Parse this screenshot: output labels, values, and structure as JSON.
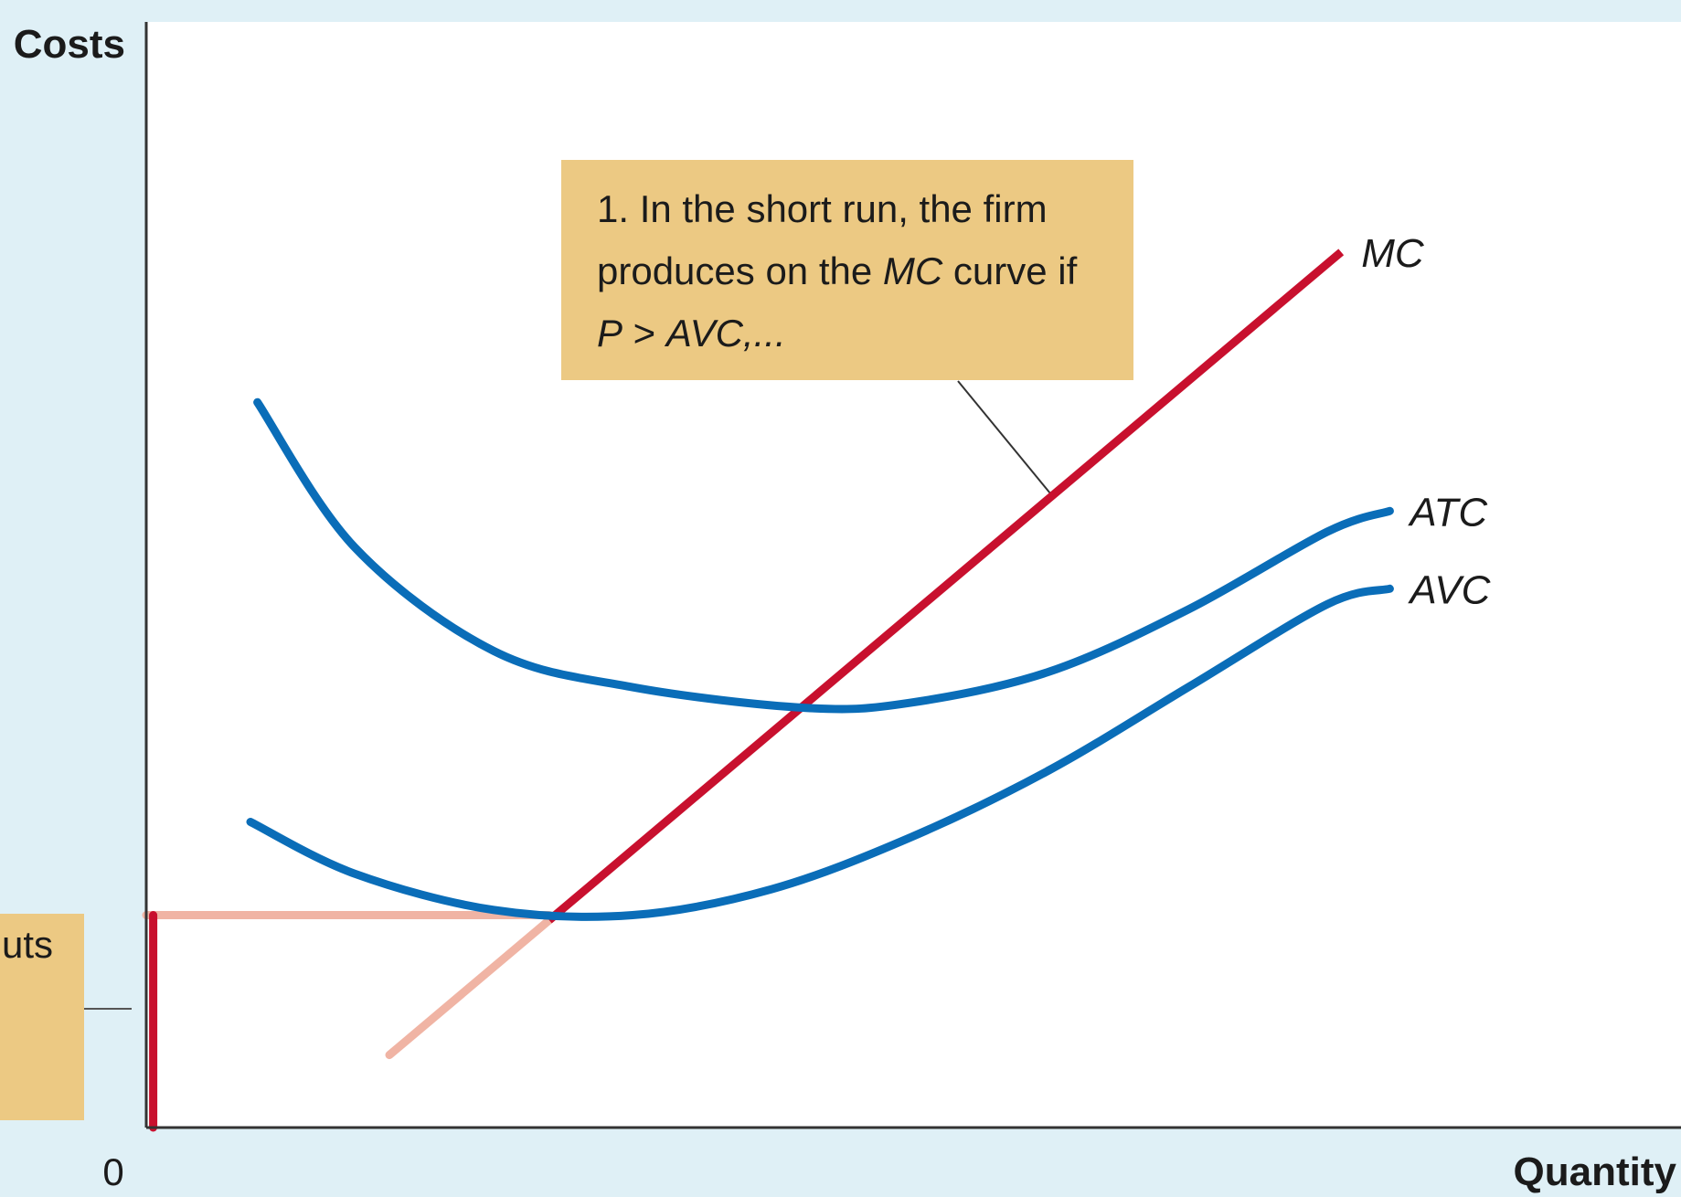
{
  "chart_data": {
    "type": "line",
    "title": "",
    "xlabel": "Quantity",
    "ylabel": "Costs",
    "xlim": [
      0,
      10
    ],
    "ylim": [
      0,
      10
    ],
    "x_ticks": [
      "0"
    ],
    "grid": false,
    "series": [
      {
        "name": "MC",
        "color": "#c8102e",
        "faded_color": "#f0b4a4",
        "faded_below_x": 2.9,
        "points": [
          [
            1.75,
            0.7
          ],
          [
            8.6,
            8.45
          ]
        ]
      },
      {
        "name": "ATC",
        "color": "#0a6db8",
        "points": [
          [
            0.8,
            7.0
          ],
          [
            1.5,
            5.6
          ],
          [
            2.5,
            4.6
          ],
          [
            3.5,
            4.25
          ],
          [
            4.75,
            4.05
          ],
          [
            5.5,
            4.1
          ],
          [
            6.5,
            4.4
          ],
          [
            7.5,
            5.0
          ],
          [
            8.5,
            5.75
          ],
          [
            8.95,
            5.95
          ]
        ]
      },
      {
        "name": "AVC",
        "color": "#0a6db8",
        "points": [
          [
            0.75,
            2.95
          ],
          [
            1.5,
            2.45
          ],
          [
            2.5,
            2.1
          ],
          [
            3.5,
            2.05
          ],
          [
            4.5,
            2.3
          ],
          [
            5.5,
            2.8
          ],
          [
            6.5,
            3.45
          ],
          [
            7.5,
            4.25
          ],
          [
            8.5,
            5.05
          ],
          [
            8.95,
            5.2
          ]
        ]
      }
    ],
    "guides": [
      {
        "name": "shutdown-price-line",
        "color": "#f0b4a4",
        "from": [
          0,
          2.05
        ],
        "to": [
          2.9,
          2.05
        ]
      },
      {
        "name": "supply-vertical-segment",
        "color": "#c8102e",
        "from": [
          0.05,
          0
        ],
        "to": [
          0.05,
          2.05
        ]
      }
    ],
    "annotations": [
      {
        "name": "note-mc-supply",
        "lines": [
          [
            {
              "t": "1. In the short run, the firm",
              "i": false
            }
          ],
          [
            {
              "t": "produces on the ",
              "i": false
            },
            {
              "t": "MC",
              "i": true
            },
            {
              "t": " curve if",
              "i": false
            }
          ],
          [
            {
              "t": "P",
              "i": true
            },
            {
              "t": " > ",
              "i": false
            },
            {
              "t": "AVC,...",
              "i": true
            }
          ]
        ],
        "background": "#ecc983"
      },
      {
        "name": "note-cutoff",
        "lines": [
          [
            {
              "t": "uts",
              "i": false
            }
          ]
        ],
        "background": "#ecc983"
      }
    ]
  }
}
